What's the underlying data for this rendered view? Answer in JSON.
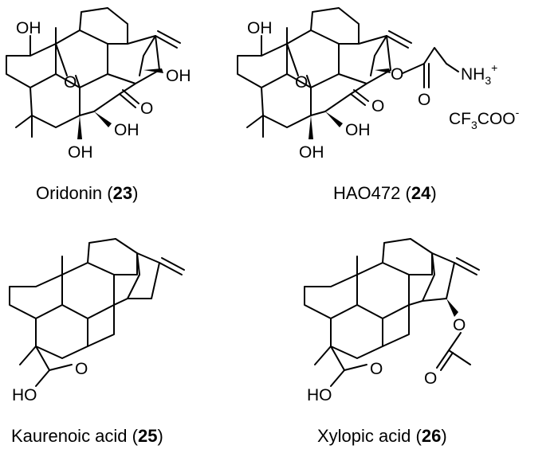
{
  "compounds": [
    {
      "name": "Oridonin",
      "number": "23"
    },
    {
      "name": "HAO472",
      "number": "24"
    },
    {
      "name": "Kaurenoic acid",
      "number": "25"
    },
    {
      "name": "Xylopic acid",
      "number": "26"
    }
  ],
  "labels": {
    "oh": "OH",
    "o": "O",
    "ho": "HO",
    "nh": "NH",
    "nh_sub": "3",
    "nh_sup": "+",
    "cf": "CF",
    "cf_sub": "3",
    "coo": "COO",
    "coo_sup": "-"
  }
}
